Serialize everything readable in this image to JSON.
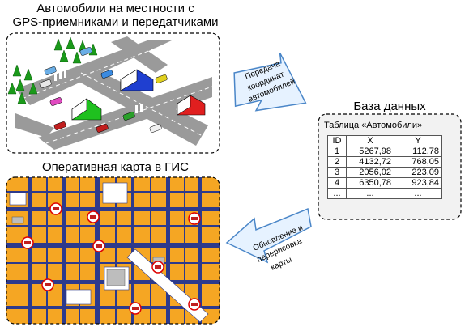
{
  "scene_title_line1": "Автомобили на местности с",
  "scene_title_line2": "GPS-приемниками и передатчиками",
  "map_title": "Оперативная карта в ГИС",
  "db_title": "База данных",
  "table_caption_prefix": "Таблица ",
  "table_caption_name": "«Автомобили»",
  "table": {
    "headers": [
      "ID",
      "X",
      "Y"
    ],
    "rows": [
      [
        "1",
        "5267,98",
        "112,78"
      ],
      [
        "2",
        "4132,72",
        "768,05"
      ],
      [
        "3",
        "2056,02",
        "223,09"
      ],
      [
        "4",
        "6350,78",
        "923,84"
      ],
      [
        "...",
        "...",
        "..."
      ]
    ]
  },
  "arrow_top_lines": [
    "Передача",
    "координат",
    "автомобилей"
  ],
  "arrow_bottom_lines": [
    "Обновление и",
    "перерисовка",
    "карты"
  ],
  "colors": {
    "road": "#9a9a9a",
    "grass": "#ffffff",
    "tree": "#1a9a1a",
    "map_block": "#f5a623",
    "map_road": "#2d3a8c",
    "db_bg": "#f2f2f2",
    "arrow_fill": "#e6f2ff",
    "arrow_stroke": "#4a86c8"
  }
}
